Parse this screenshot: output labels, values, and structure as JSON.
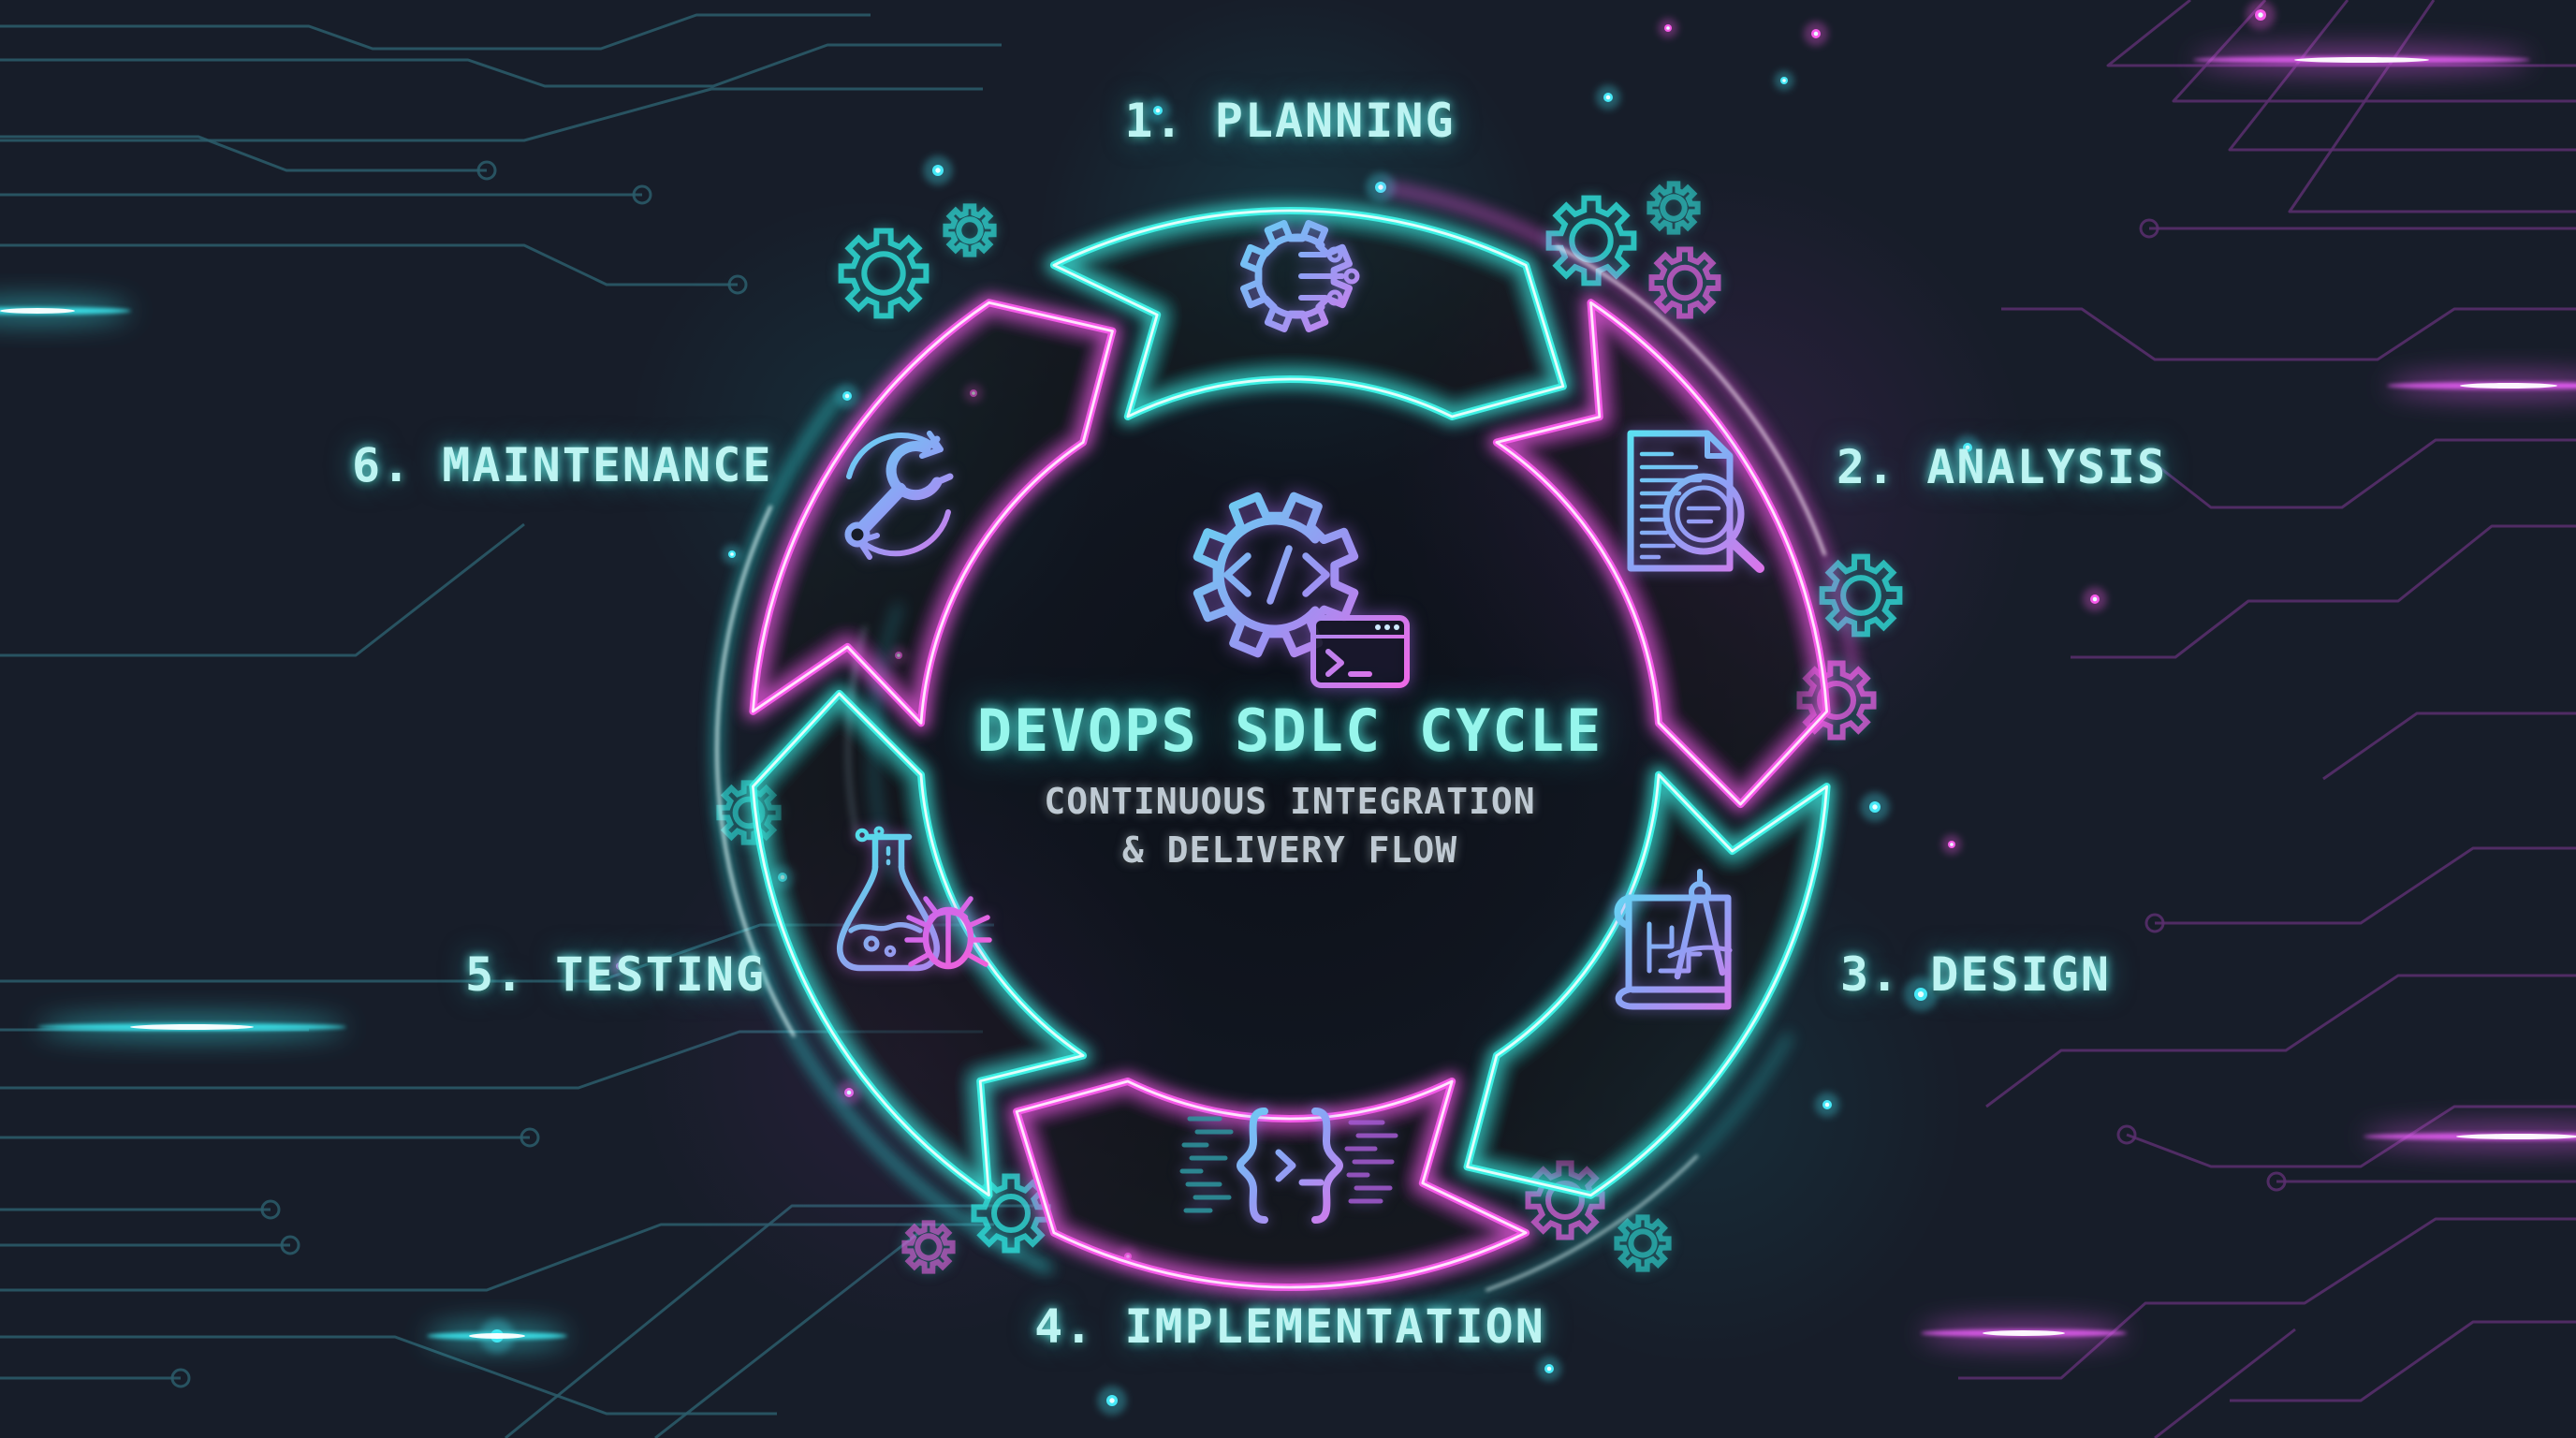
{
  "diagram": {
    "center": {
      "title": "DEVOPS SDLC CYCLE",
      "subtitle_line1": "CONTINUOUS INTEGRATION",
      "subtitle_line2": "& DELIVERY FLOW",
      "icon": "gear-code-terminal-icon"
    },
    "stages": [
      {
        "label": "1. PLANNING",
        "icon": "planning-gear-circuit-icon",
        "neon_color": "#3df0e4",
        "position": "top"
      },
      {
        "label": "2. ANALYSIS",
        "icon": "analysis-document-magnifier-icon",
        "neon_color": "#f55ae8",
        "position": "upper-right"
      },
      {
        "label": "3. DESIGN",
        "icon": "design-blueprint-compass-icon",
        "neon_color": "#3df0e4",
        "position": "lower-right"
      },
      {
        "label": "4. IMPLEMENTATION",
        "icon": "implementation-code-braces-icon",
        "neon_color": "#f55ae8",
        "position": "bottom"
      },
      {
        "label": "5. TESTING",
        "icon": "testing-flask-bug-icon",
        "neon_color": "#3df0e4",
        "position": "lower-left"
      },
      {
        "label": "6. MAINTENANCE",
        "icon": "maintenance-wrench-sync-icon",
        "neon_color": "#f55ae8",
        "position": "upper-left"
      }
    ],
    "colors": {
      "background": "#171d29",
      "cyan_neon": "#3df0e4",
      "magenta_neon": "#f55ae8",
      "label_text": "#bdf4f2",
      "title_text": "#97f6ec",
      "subtitle_text": "#bfcad3",
      "trace_teal": "#2b5d6b",
      "trace_purple": "#5b2f6e"
    }
  }
}
